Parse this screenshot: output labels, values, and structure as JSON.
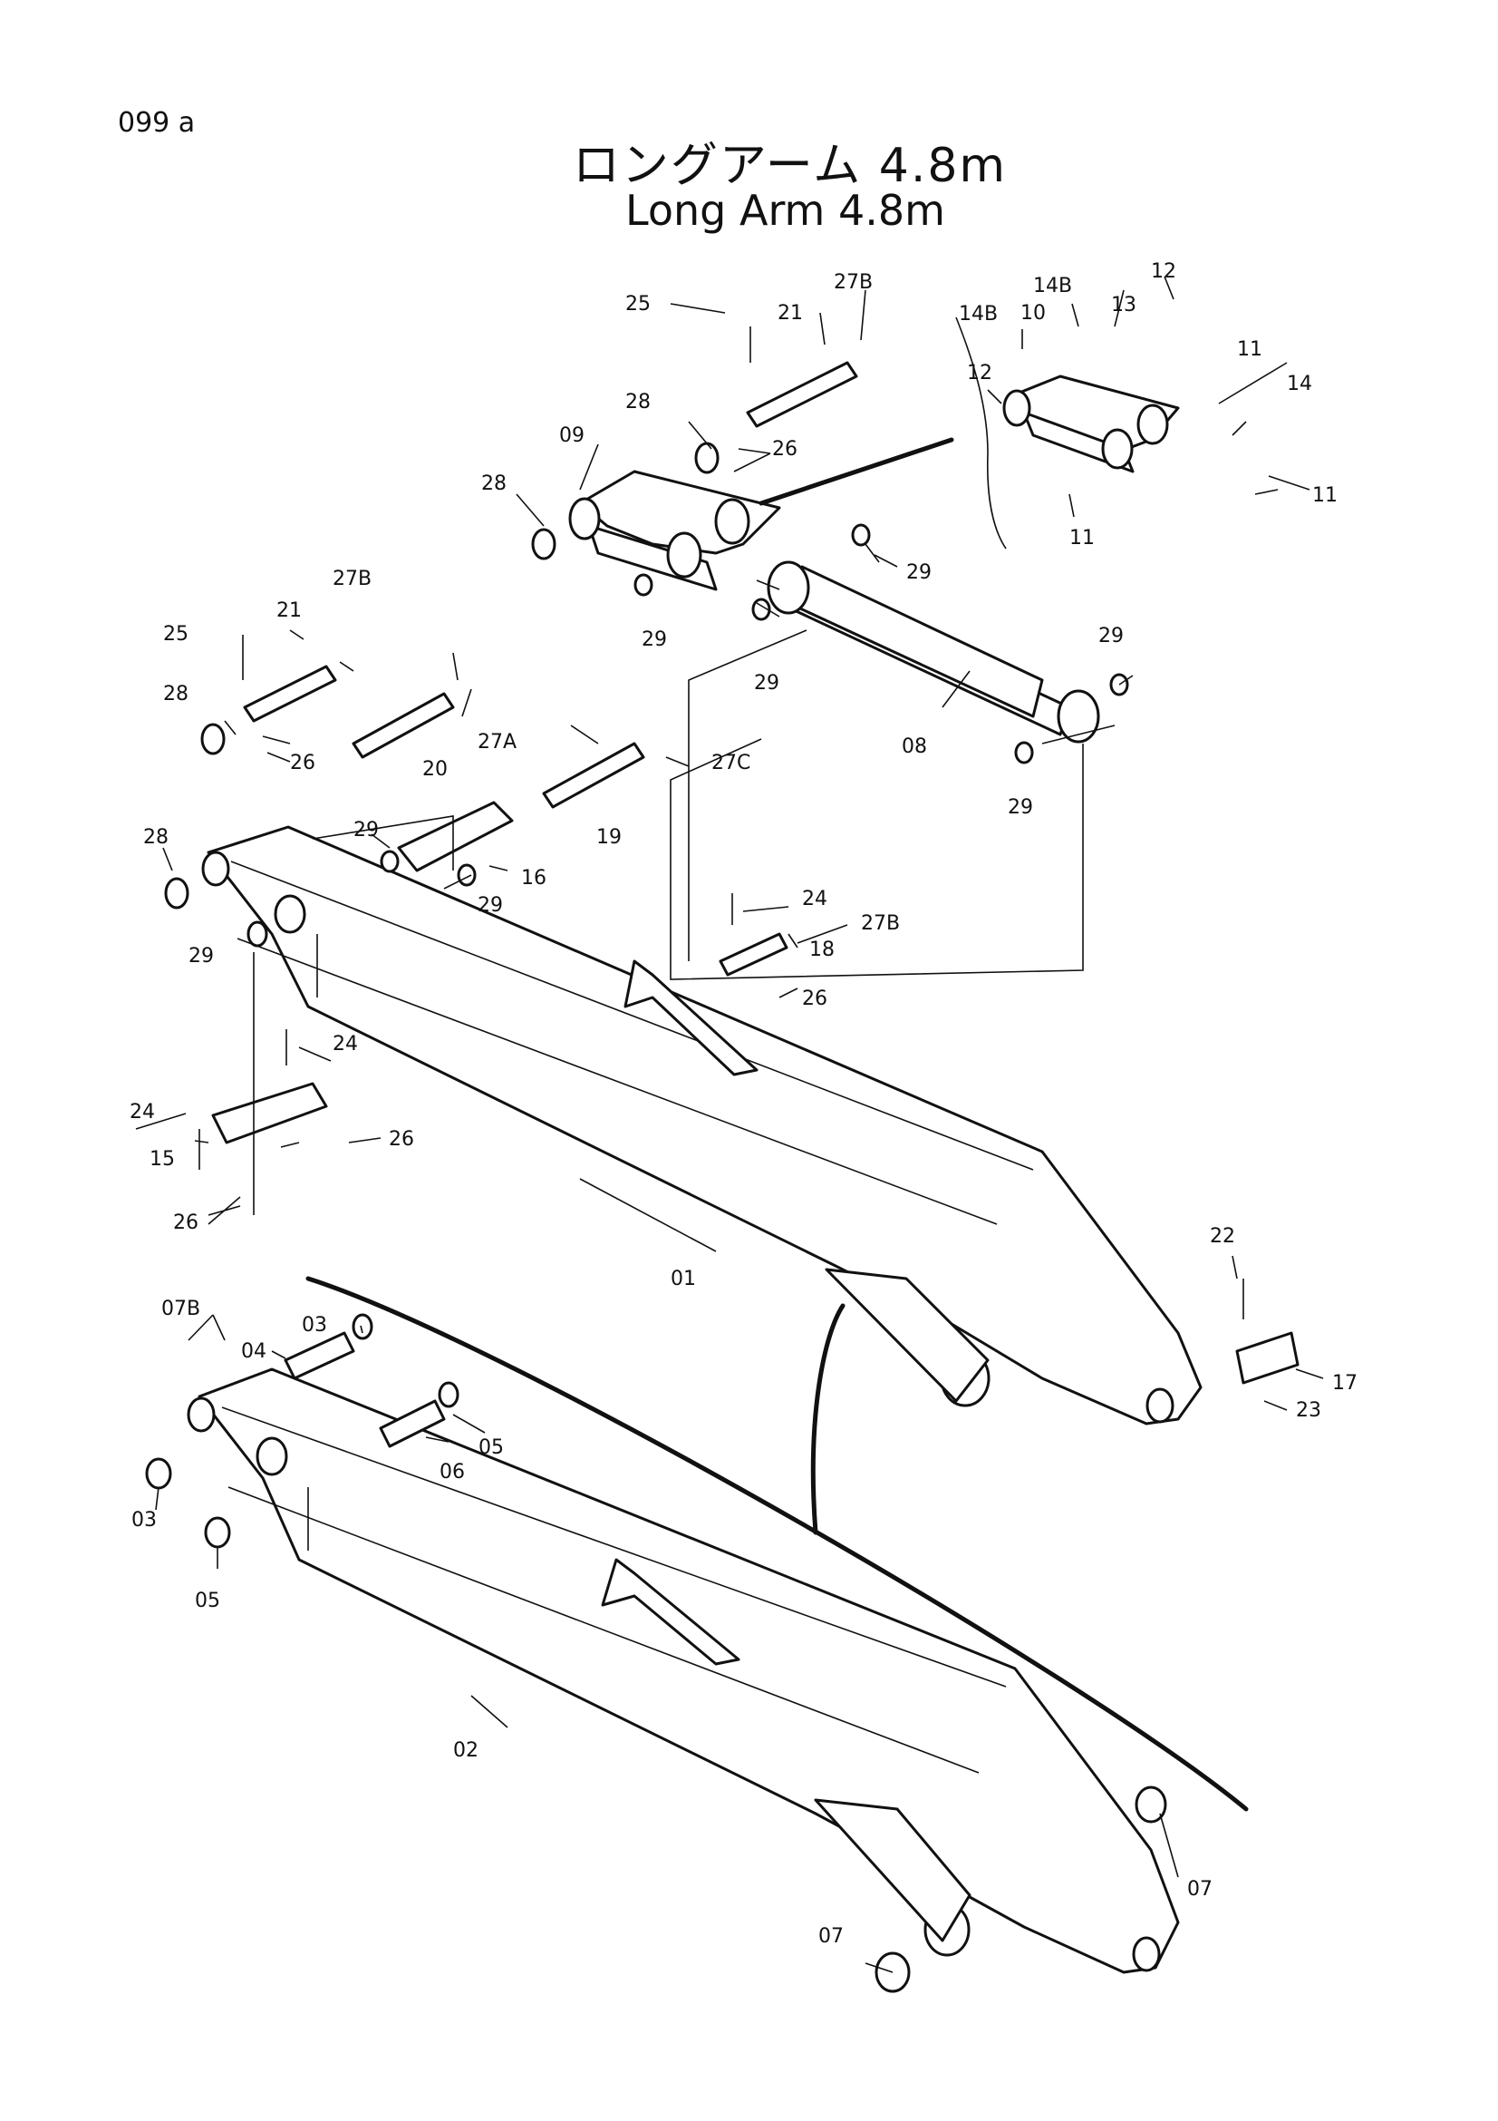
{
  "page_number": "099 a",
  "title_jp": "ロングアーム 4.8m",
  "title_en": "Long Arm 4.8m",
  "callouts": [
    {
      "id": "c-25a",
      "text": "25"
    },
    {
      "id": "c-21a",
      "text": "21"
    },
    {
      "id": "c-27Ba",
      "text": "27B"
    },
    {
      "id": "c-28a",
      "text": "28"
    },
    {
      "id": "c-09",
      "text": "09"
    },
    {
      "id": "c-28b",
      "text": "28"
    },
    {
      "id": "c-26a",
      "text": "26"
    },
    {
      "id": "c-14Ba",
      "text": "14B"
    },
    {
      "id": "c-10",
      "text": "10"
    },
    {
      "id": "c-14Bb",
      "text": "14B"
    },
    {
      "id": "c-13",
      "text": "13"
    },
    {
      "id": "c-12a",
      "text": "12"
    },
    {
      "id": "c-12b",
      "text": "12"
    },
    {
      "id": "c-11a",
      "text": "11"
    },
    {
      "id": "c-14",
      "text": "14"
    },
    {
      "id": "c-11b",
      "text": "11"
    },
    {
      "id": "c-11c",
      "text": "11"
    },
    {
      "id": "c-29a",
      "text": "29"
    },
    {
      "id": "c-29b",
      "text": "29"
    },
    {
      "id": "c-29c",
      "text": "29"
    },
    {
      "id": "c-29d",
      "text": "29"
    },
    {
      "id": "c-08",
      "text": "08"
    },
    {
      "id": "c-29e",
      "text": "29"
    },
    {
      "id": "c-27Bb",
      "text": "27B"
    },
    {
      "id": "c-21b",
      "text": "21"
    },
    {
      "id": "c-25b",
      "text": "25"
    },
    {
      "id": "c-28c",
      "text": "28"
    },
    {
      "id": "c-26b",
      "text": "26"
    },
    {
      "id": "c-20",
      "text": "20"
    },
    {
      "id": "c-27A",
      "text": "27A"
    },
    {
      "id": "c-27C",
      "text": "27C"
    },
    {
      "id": "c-19",
      "text": "19"
    },
    {
      "id": "c-16",
      "text": "16"
    },
    {
      "id": "c-29f",
      "text": "29"
    },
    {
      "id": "c-29g",
      "text": "29"
    },
    {
      "id": "c-28d",
      "text": "28"
    },
    {
      "id": "c-29h",
      "text": "29"
    },
    {
      "id": "c-24a",
      "text": "24"
    },
    {
      "id": "c-27Bc",
      "text": "27B"
    },
    {
      "id": "c-18",
      "text": "18"
    },
    {
      "id": "c-26c",
      "text": "26"
    },
    {
      "id": "c-24b",
      "text": "24"
    },
    {
      "id": "c-24c",
      "text": "24"
    },
    {
      "id": "c-15",
      "text": "15"
    },
    {
      "id": "c-26d",
      "text": "26"
    },
    {
      "id": "c-26e",
      "text": "26"
    },
    {
      "id": "c-01",
      "text": "01"
    },
    {
      "id": "c-22",
      "text": "22"
    },
    {
      "id": "c-17",
      "text": "17"
    },
    {
      "id": "c-23",
      "text": "23"
    },
    {
      "id": "c-07Ba",
      "text": "07B"
    },
    {
      "id": "c-03a",
      "text": "03"
    },
    {
      "id": "c-04",
      "text": "04"
    },
    {
      "id": "c-05a",
      "text": "05"
    },
    {
      "id": "c-06",
      "text": "06"
    },
    {
      "id": "c-03b",
      "text": "03"
    },
    {
      "id": "c-05b",
      "text": "05"
    },
    {
      "id": "c-02",
      "text": "02"
    },
    {
      "id": "c-07a",
      "text": "07"
    },
    {
      "id": "c-07b",
      "text": "07"
    }
  ]
}
